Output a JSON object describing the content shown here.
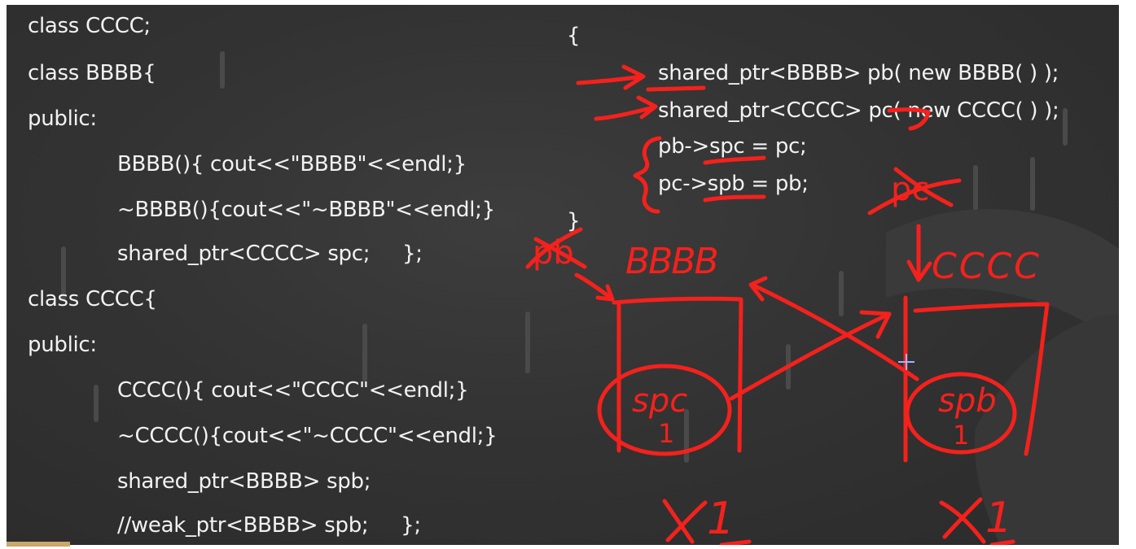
{
  "left_code": [
    "class CCCC;",
    "class BBBB{",
    "public:",
    "BBBB(){ cout<<\"BBBB\"<<endl;}",
    "~BBBB(){cout<<\"~BBBB\"<<endl;}",
    "shared_ptr<CCCC> spc;     };",
    "class CCCC{",
    "public:",
    "CCCC(){ cout<<\"CCCC\"<<endl;}",
    "~CCCC(){cout<<\"~CCCC\"<<endl;}",
    "shared_ptr<BBBB> spb;",
    "//weak_ptr<BBBB> spb;     };"
  ],
  "right_code": [
    "{",
    "shared_ptr<BBBB> pb( new BBBB( ) );",
    "shared_ptr<CCCC> pc( new CCCC( ) );",
    "pb->spc = pc;",
    "pc->spb = pb;",
    "}"
  ],
  "annotations": {
    "label_bbbb": "BBBB",
    "label_cccc": "CCCC",
    "label_spc": "spc",
    "label_spb": "spb",
    "label_pb": "pb",
    "label_pc": "pc",
    "count_b": "1",
    "count_c": "1",
    "ref_b": "1",
    "ref_c": "1"
  },
  "colors": {
    "board": "#333333",
    "chalk": "#f2f2f2",
    "ink": "#f4211c"
  }
}
